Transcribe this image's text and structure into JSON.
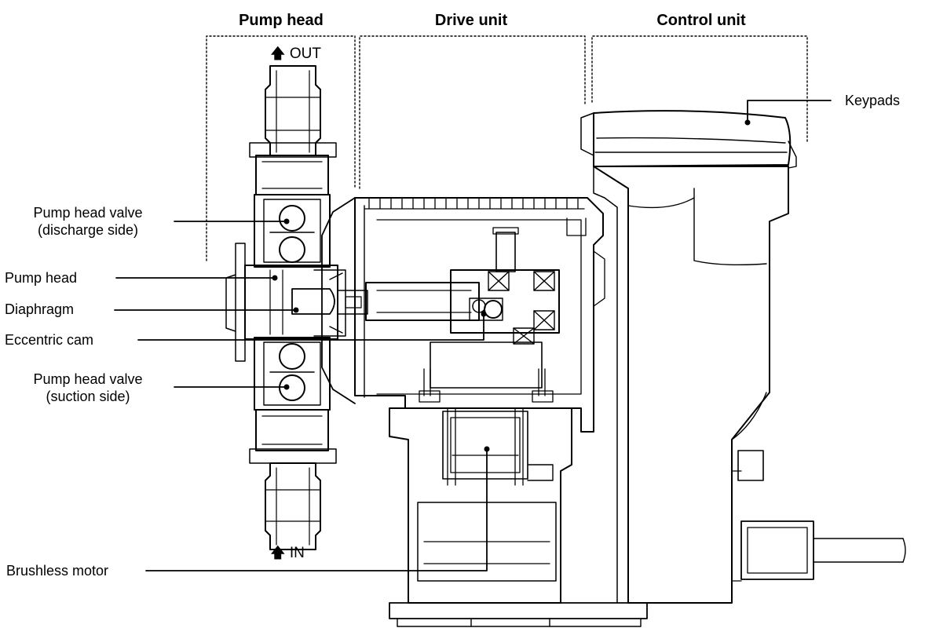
{
  "sections": [
    {
      "key": "pump-head",
      "title": "Pump head"
    },
    {
      "key": "drive-unit",
      "title": "Drive unit"
    },
    {
      "key": "control-unit",
      "title": "Control unit"
    }
  ],
  "flow": {
    "out": {
      "arrow": "🡅",
      "label": "OUT"
    },
    "in": {
      "arrow": "🡅",
      "label": "IN"
    }
  },
  "callouts": {
    "keypads": "Keypads",
    "discharge_valve": [
      "Pump head valve",
      "(discharge side)"
    ],
    "pump_head": "Pump head",
    "diaphragm": "Diaphragm",
    "eccentric_cam": "Eccentric cam",
    "suction_valve": [
      "Pump head valve",
      "(suction side)"
    ],
    "brushless_motor": "Brushless motor"
  }
}
